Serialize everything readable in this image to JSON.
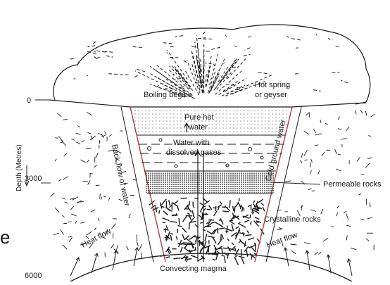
{
  "diagram": {
    "labels": {
      "boiling_begins": "Boiling begins",
      "hot_spring_line1": "Hot spring",
      "hot_spring_line2": "or geyser",
      "pure_hot_line1": "Pure hot",
      "pure_hot_line2": "water",
      "water_gases_line1": "Water with",
      "water_gases_line2": "dissolved gases",
      "back_flow": "Back flow of water",
      "cold_ground": "Cold ground water",
      "permeable_rocks": "Permeable rocks",
      "crystalline_rocks": "Crystalline rocks",
      "heat_flow_left": "Heat flow",
      "heat_flow_right": "Heat flow",
      "convecting_magma": "Convecting magma"
    },
    "depth_axis": {
      "title": "Depth (Metres)",
      "ticks": [
        "0",
        "3000",
        "6000"
      ]
    },
    "partial_letter": "e"
  },
  "colors": {
    "ink": "#1a1a1a",
    "fault_line": "#b33a3a",
    "background": "#ffffff"
  }
}
